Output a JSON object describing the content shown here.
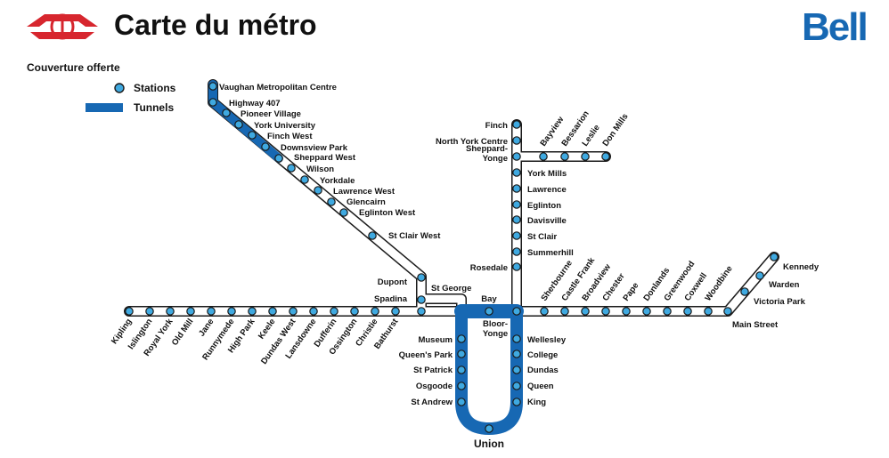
{
  "header": {
    "title": "Carte du métro",
    "brand": "Bell",
    "logo_icon": "ttc-logo-icon"
  },
  "legend": {
    "title": "Couverture offerte",
    "stations_label": "Stations",
    "tunnels_label": "Tunnels"
  },
  "colors": {
    "tunnel": "#1768b3",
    "station_fill": "#3fa9e0",
    "track_outline": "#1a1a1a",
    "ttc_red": "#d7262e"
  },
  "map": {
    "lines": {
      "yonge_university": [
        "Vaughan Metropolitan Centre",
        "Highway 407",
        "Pioneer Village",
        "York University",
        "Finch West",
        "Downsview Park",
        "Sheppard West",
        "Wilson",
        "Yorkdale",
        "Lawrence West",
        "Glencairn",
        "Eglinton West",
        "St Clair West",
        "Dupont",
        "Spadina",
        "St George",
        "Museum",
        "Queen's Park",
        "St Patrick",
        "Osgoode",
        "St Andrew",
        "Union",
        "King",
        "Queen",
        "Dundas",
        "College",
        "Wellesley",
        "Bloor-Yonge",
        "Rosedale",
        "Summerhill",
        "St Clair",
        "Davisville",
        "Eglinton",
        "Lawrence",
        "York Mills",
        "Sheppard-Yonge",
        "North York Centre",
        "Finch"
      ],
      "bloor_danforth": [
        "Kipling",
        "Islington",
        "Royal York",
        "Old Mill",
        "Jane",
        "Runnymede",
        "High Park",
        "Keele",
        "Dundas West",
        "Lansdowne",
        "Dufferin",
        "Ossington",
        "Christie",
        "Bathurst",
        "Spadina",
        "St George",
        "Bay",
        "Bloor-Yonge",
        "Sherbourne",
        "Castle Frank",
        "Broadview",
        "Chester",
        "Pape",
        "Donlands",
        "Greenwood",
        "Coxwell",
        "Woodbine",
        "Main Street",
        "Victoria Park",
        "Warden",
        "Kennedy"
      ],
      "sheppard": [
        "Sheppard-Yonge",
        "Bayview",
        "Bessarion",
        "Leslie",
        "Don Mills"
      ]
    },
    "stations": [
      {
        "id": "vmc",
        "name": "Vaughan Metropolitan Centre",
        "tunnel": true
      },
      {
        "id": "hwy407",
        "name": "Highway 407",
        "tunnel": false
      },
      {
        "id": "pioneer",
        "name": "Pioneer Village",
        "tunnel": true
      },
      {
        "id": "yorku",
        "name": "York University",
        "tunnel": true
      },
      {
        "id": "finchw",
        "name": "Finch West",
        "tunnel": true
      },
      {
        "id": "downsview",
        "name": "Downsview Park",
        "tunnel": true
      },
      {
        "id": "sheppardw",
        "name": "Sheppard West",
        "tunnel": true
      },
      {
        "id": "wilson",
        "name": "Wilson",
        "tunnel": false
      },
      {
        "id": "yorkdale",
        "name": "Yorkdale",
        "tunnel": false
      },
      {
        "id": "lawrencew",
        "name": "Lawrence West",
        "tunnel": false
      },
      {
        "id": "glencairn",
        "name": "Glencairn",
        "tunnel": false
      },
      {
        "id": "eglintonw",
        "name": "Eglinton West",
        "tunnel": false
      },
      {
        "id": "stclairw",
        "name": "St Clair West",
        "tunnel": false
      },
      {
        "id": "dupont",
        "name": "Dupont",
        "tunnel": false
      },
      {
        "id": "spadina",
        "name": "Spadina",
        "tunnel": false
      },
      {
        "id": "stgeorge",
        "name": "St George",
        "tunnel": false
      },
      {
        "id": "bay",
        "name": "Bay",
        "tunnel": true
      },
      {
        "id": "bloor",
        "name": "Bloor-Yonge",
        "tunnel": true
      },
      {
        "id": "museum",
        "name": "Museum",
        "tunnel": true
      },
      {
        "id": "queenspark",
        "name": "Queen's Park",
        "tunnel": true
      },
      {
        "id": "stpatrick",
        "name": "St Patrick",
        "tunnel": true
      },
      {
        "id": "osgoode",
        "name": "Osgoode",
        "tunnel": true
      },
      {
        "id": "standrew",
        "name": "St Andrew",
        "tunnel": true
      },
      {
        "id": "union",
        "name": "Union",
        "tunnel": true
      },
      {
        "id": "king",
        "name": "King",
        "tunnel": true
      },
      {
        "id": "queen",
        "name": "Queen",
        "tunnel": true
      },
      {
        "id": "dundas",
        "name": "Dundas",
        "tunnel": true
      },
      {
        "id": "college",
        "name": "College",
        "tunnel": true
      },
      {
        "id": "wellesley",
        "name": "Wellesley",
        "tunnel": true
      },
      {
        "id": "rosedale",
        "name": "Rosedale",
        "tunnel": false
      },
      {
        "id": "summerhill",
        "name": "Summerhill",
        "tunnel": false
      },
      {
        "id": "stclair",
        "name": "St Clair",
        "tunnel": false
      },
      {
        "id": "davisville",
        "name": "Davisville",
        "tunnel": false
      },
      {
        "id": "eglinton",
        "name": "Eglinton",
        "tunnel": false
      },
      {
        "id": "lawrence",
        "name": "Lawrence",
        "tunnel": false
      },
      {
        "id": "yorkmills",
        "name": "York Mills",
        "tunnel": false
      },
      {
        "id": "sheppardyonge",
        "name": "Sheppard-Yonge",
        "tunnel": false
      },
      {
        "id": "nyc",
        "name": "North York Centre",
        "tunnel": false
      },
      {
        "id": "finch",
        "name": "Finch",
        "tunnel": false
      },
      {
        "id": "bayview",
        "name": "Bayview",
        "tunnel": false
      },
      {
        "id": "bessarion",
        "name": "Bessarion",
        "tunnel": false
      },
      {
        "id": "leslie",
        "name": "Leslie",
        "tunnel": false
      },
      {
        "id": "donmills",
        "name": "Don Mills",
        "tunnel": false
      },
      {
        "id": "kipling",
        "name": "Kipling",
        "tunnel": false
      },
      {
        "id": "islington",
        "name": "Islington",
        "tunnel": false
      },
      {
        "id": "royalyork",
        "name": "Royal York",
        "tunnel": false
      },
      {
        "id": "oldmill",
        "name": "Old Mill",
        "tunnel": false
      },
      {
        "id": "jane",
        "name": "Jane",
        "tunnel": false
      },
      {
        "id": "runnymede",
        "name": "Runnymede",
        "tunnel": false
      },
      {
        "id": "highpark",
        "name": "High Park",
        "tunnel": false
      },
      {
        "id": "keele",
        "name": "Keele",
        "tunnel": false
      },
      {
        "id": "dundasw",
        "name": "Dundas West",
        "tunnel": false
      },
      {
        "id": "lansdowne",
        "name": "Lansdowne",
        "tunnel": false
      },
      {
        "id": "dufferin",
        "name": "Dufferin",
        "tunnel": false
      },
      {
        "id": "ossington",
        "name": "Ossington",
        "tunnel": false
      },
      {
        "id": "christie",
        "name": "Christie",
        "tunnel": false
      },
      {
        "id": "bathurst",
        "name": "Bathurst",
        "tunnel": false
      },
      {
        "id": "sherbourne",
        "name": "Sherbourne",
        "tunnel": false
      },
      {
        "id": "castlefrank",
        "name": "Castle Frank",
        "tunnel": false
      },
      {
        "id": "broadview",
        "name": "Broadview",
        "tunnel": false
      },
      {
        "id": "chester",
        "name": "Chester",
        "tunnel": false
      },
      {
        "id": "pape",
        "name": "Pape",
        "tunnel": false
      },
      {
        "id": "donlands",
        "name": "Donlands",
        "tunnel": false
      },
      {
        "id": "greenwood",
        "name": "Greenwood",
        "tunnel": false
      },
      {
        "id": "coxwell",
        "name": "Coxwell",
        "tunnel": false
      },
      {
        "id": "woodbine",
        "name": "Woodbine",
        "tunnel": false
      },
      {
        "id": "mainstreet",
        "name": "Main Street",
        "tunnel": false
      },
      {
        "id": "victoriapark",
        "name": "Victoria Park",
        "tunnel": false
      },
      {
        "id": "warden",
        "name": "Warden",
        "tunnel": false
      },
      {
        "id": "kennedy",
        "name": "Kennedy",
        "tunnel": false
      }
    ]
  }
}
